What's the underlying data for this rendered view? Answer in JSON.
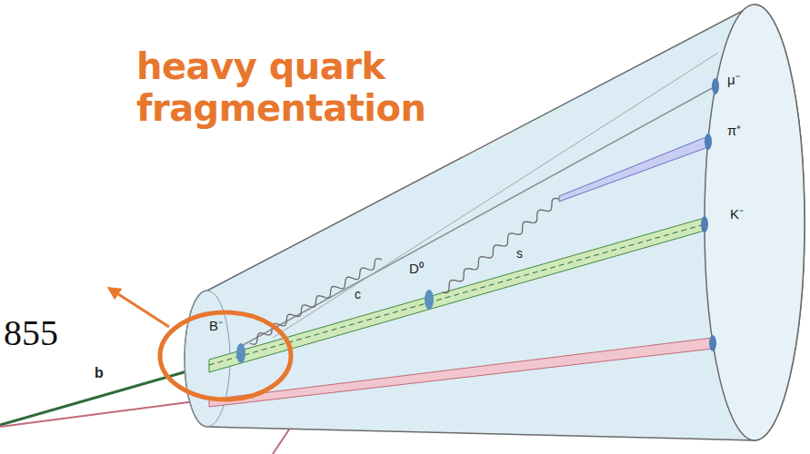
{
  "diagram": {
    "labels": [
      "heavy quark fragmentation",
      "855",
      "b",
      "B⁻",
      "c",
      "D⁰",
      "s",
      "μ⁻",
      "π⁺",
      "K⁻"
    ]
  }
}
